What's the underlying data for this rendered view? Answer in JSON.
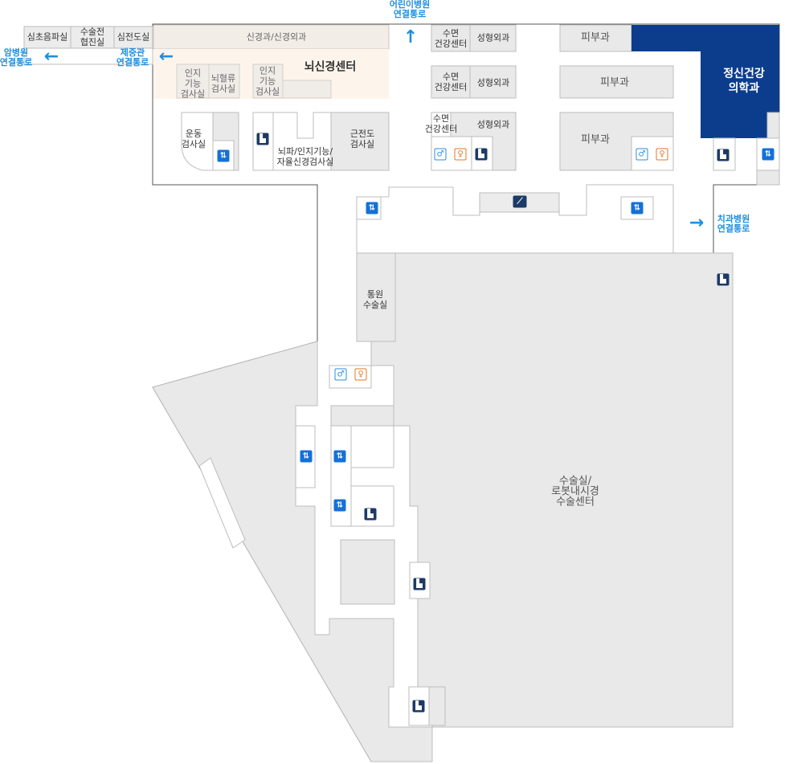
{
  "map": {
    "departments": {
      "psychiatry": "정신건강\n의학과"
    },
    "rooms": {
      "echocardiography": "심초음파실",
      "surgery_consult": "수술전\n협진실",
      "ecg": "심전도실",
      "neurology_neurosurgery": "신경과/신경외과",
      "neuro_center": "뇌신경센터",
      "cognitive_test_1": "인지\n기능\n검사실",
      "cerebral_flow": "뇌혈류\n검사실",
      "cognitive_test_2": "인지\n기능\n검사실",
      "exercise_test": "운동\n검사실",
      "eeg_autonomic": "뇌파/인지기능/\n자율신경검사실",
      "emg": "근전도\n검사실",
      "sleep_center_1": "수면\n건강센터",
      "plastic_surgery_1": "성형외과",
      "sleep_center_2": "수면\n건강센터",
      "plastic_surgery_2": "성형외과",
      "sleep_center_3": "수면\n건강센터",
      "plastic_surgery_3": "성형외과",
      "dermatology_1": "피부과",
      "dermatology_2": "피부과",
      "dermatology_3": "피부과",
      "day_surgery": "통원\n수술실",
      "operating_robot": "수술실/\n로봇내시경\n수술센터"
    },
    "connections": {
      "cancer_hospital": "암병원\n연결통로",
      "jejung": "제중관\n연결통로",
      "children_hospital": "어린이병원\n연결통로",
      "dental_hospital": "치과병원\n연결통로"
    },
    "icons": {
      "elevator": "elevator-icon",
      "stairs": "stairs-icon",
      "escalator": "escalator-icon",
      "male_restroom": "male-restroom-icon",
      "female_restroom": "female-restroom-icon"
    },
    "colors": {
      "highlight_department": "#0b3d8c",
      "connection_arrow": "#1e8fe0",
      "elevator": "#1470d9",
      "stairs": "#1d3a66",
      "male": "#2a8de0",
      "female": "#e8741e",
      "room_fill": "#e9e9e9",
      "neuro_fill": "#fdf4ec"
    }
  }
}
